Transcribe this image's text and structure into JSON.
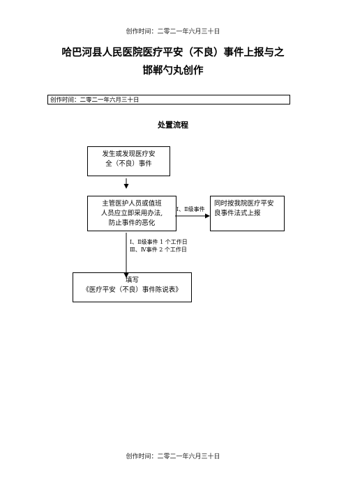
{
  "header_text": "创作时间：二零二一年六月三十日",
  "footer_text": "创作时间：二零二一年六月三十日",
  "title_line1": "哈巴河县人民医院医疗平安（不良）事件上报与之",
  "title_line2": "邯郸勺丸创作",
  "note_box_text": "创作时间：二零二一年六月三十日",
  "subtitle": "处置流程",
  "flow": {
    "box1": "发生或发现医疗安\n全（不良）事件",
    "box2": "主管医护人员或值班\n人员应立即采用办法,\n防止事件的恶化",
    "box3": "同时按我院医疗平安\n良事件法式上报",
    "box4": "填写\n《医疗平安（不良）事件陈说表》",
    "arrow_right_label": "Ⅰ、Ⅱ级事件",
    "arrow_down_label": "Ⅰ、Ⅱ级事件 1 个工作日\nⅢ、Ⅳ事件 2 个工作日"
  }
}
